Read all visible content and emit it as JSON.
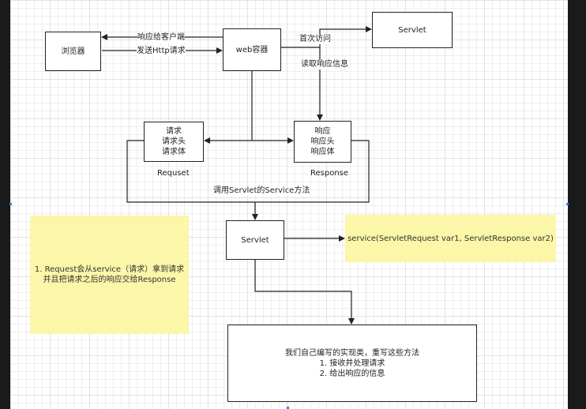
{
  "nodes": {
    "browser": "浏览器",
    "web_container": "web容器",
    "servlet_top": "Servlet",
    "request_box": [
      "请求",
      "请求头",
      "请求体"
    ],
    "response_box": [
      "响应",
      "响应头",
      "响应体"
    ],
    "servlet_mid": "Servlet",
    "impl_box": [
      "我们自己编写的实现类，重写这些方法",
      "1. 接收并处理请求",
      "2. 给出响应的信息"
    ]
  },
  "labels": {
    "respond_to_client": "响应给客户端",
    "send_http_request": "发送Http请求",
    "first_visit": "首次访问",
    "read_response_info": "读取响应信息",
    "request_caption": "Requset",
    "response_caption": "Response",
    "call_service": "调用Servlet的Service方法"
  },
  "notes": {
    "left_note": [
      "1. Request会从service（请求）拿到请求",
      "并且把请求之后的响应交给Response"
    ],
    "right_note": "service(ServletRequest var1, ServletResponse var2)"
  },
  "colors": {
    "note_fill": "#fbf6a8",
    "grid": "#e3e3e3",
    "line": "#222222",
    "selection_handle": "#3a7fd8"
  }
}
